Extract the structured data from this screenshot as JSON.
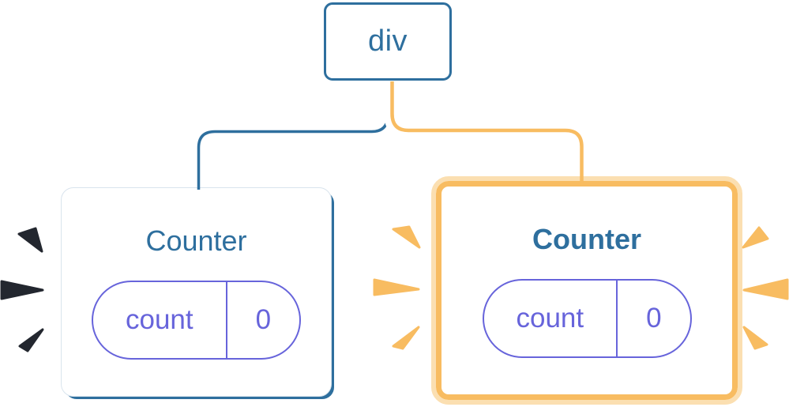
{
  "root_node": {
    "label": "div"
  },
  "components": {
    "left": {
      "title": "Counter",
      "state": {
        "key": "count",
        "value": "0"
      },
      "highlighted": false
    },
    "right": {
      "title": "Counter",
      "state": {
        "key": "count",
        "value": "0"
      },
      "highlighted": true
    }
  },
  "colors": {
    "node_blue": "#2E6F9E",
    "highlight_orange": "#F8BC61",
    "highlight_orange_pale": "#FBDFB1",
    "state_indigo": "#6764DB",
    "burst_dark": "#23272F",
    "background": "#FFFFFF"
  }
}
